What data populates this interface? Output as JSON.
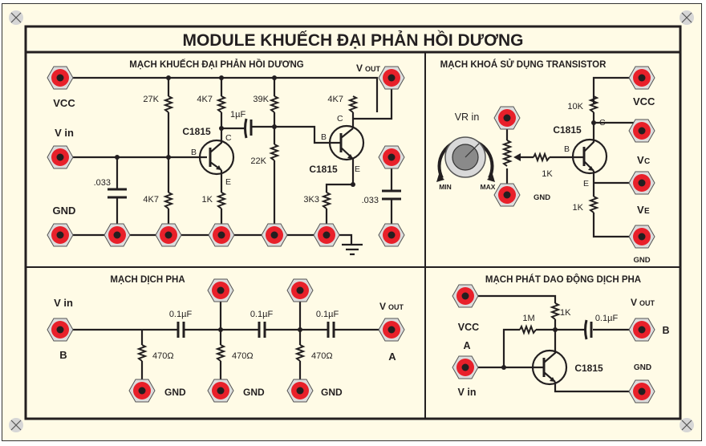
{
  "module_title": "MODULE KHUẾCH ĐẠI PHẢN HỒI DƯƠNG",
  "colors": {
    "board": "#fffbe6",
    "jack_outer": "#dcdcdc",
    "jack_ring": "#e8202a",
    "jack_center": "#231f20",
    "line": "#231f20",
    "screw": "#d6d6d6"
  },
  "panels": {
    "feedback_amp": {
      "title": "MẠCH KHUẾCH ĐẠI PHẢN HỒI DƯƠNG",
      "labels": {
        "vcc": "VCC",
        "vin": "V in",
        "gnd": "GND",
        "vout_v": "V",
        "vout_sub": "OUT"
      },
      "components": {
        "r_27k": "27K",
        "r_4k7_bias": "4K7",
        "r_4k7_c1": "4K7",
        "r_1k_e1": "1K",
        "c_1uf": "1µF",
        "r_39k": "39K",
        "r_22k": "22K",
        "r_4k7_c2": "4K7",
        "r_3k3": "3K3",
        "c_033_in": ".033",
        "c_033_out": ".033",
        "q1": "C1815",
        "q2": "C1815"
      },
      "pins": {
        "b": "B",
        "c": "C",
        "e": "E"
      }
    },
    "switch": {
      "title": "MẠCH KHOÁ SỬ DỤNG TRANSISTOR",
      "labels": {
        "vr_in": "VR in",
        "min": "MIN",
        "max": "MAX",
        "gnd": "GND",
        "vcc": "VCC",
        "vc_v": "V",
        "vc_sub": "C",
        "ve_v": "V",
        "ve_sub": "E",
        "gnd2": "GND"
      },
      "components": {
        "r_10k": "10K",
        "r_1k_b": "1K",
        "r_1k_e": "1K",
        "q": "C1815"
      },
      "pins": {
        "b": "B",
        "c": "C",
        "e": "E"
      }
    },
    "phase_shift": {
      "title": "MẠCH DỊCH PHA",
      "labels": {
        "vin": "V in",
        "b": "B",
        "vout_v": "V",
        "vout_sub": "OUT",
        "a": "A",
        "gnd1": "GND",
        "gnd2": "GND",
        "gnd3": "GND"
      },
      "components": {
        "c1": "0.1µF",
        "c2": "0.1µF",
        "c3": "0.1µF",
        "r1": "470Ω",
        "r2": "470Ω",
        "r3": "470Ω"
      }
    },
    "oscillator": {
      "title": "MẠCH PHÁT DAO ĐỘNG DỊCH PHA",
      "labels": {
        "vcc": "VCC",
        "a": "A",
        "vin": "V in",
        "vout_v": "V",
        "vout_sub": "OUT",
        "b": "B",
        "gnd": "GND"
      },
      "components": {
        "r_1m": "1M",
        "r_1k": "1K",
        "c": "0.1µF",
        "q": "C1815"
      }
    }
  }
}
